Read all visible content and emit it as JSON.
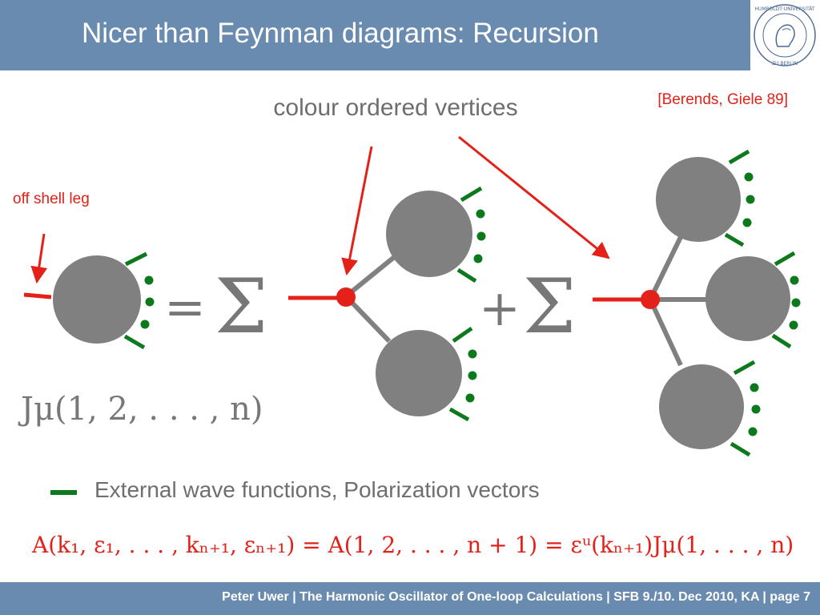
{
  "slide": {
    "title": "Nicer than Feynman diagrams: Recursion",
    "subtitle": "colour ordered vertices",
    "citation": "[Berends, Giele 89]",
    "off_shell_label": "off shell leg",
    "external_label": "External wave functions, Polarization vectors",
    "formula_current": "Jμ(1, 2, . . . , n)",
    "formula_amplitude": "A(k₁, ε₁, . . . , kₙ₊₁, εₙ₊₁) = A(1, 2, . . . , n + 1) = εᵘ(kₙ₊₁)Jμ(1, . . . , n)",
    "equals": "=",
    "plus": "+",
    "sum": "Σ",
    "footer": "Peter Uwer  |  The Harmonic Oscillator of One-loop Calculations  |  SFB  9./10. Dec 2010, KA  |  page 7"
  },
  "logo": {
    "name": "Humboldt-Universität zu Berlin seal",
    "text": "HUMBOLDT-UNIVERSITÄT ZU BERLIN"
  },
  "colors": {
    "header": "#6a8bb0",
    "accent_red": "#e32118",
    "leg_green": "#0c7a1c",
    "blob_grey": "#808080",
    "text_grey": "#6e6e6e"
  }
}
